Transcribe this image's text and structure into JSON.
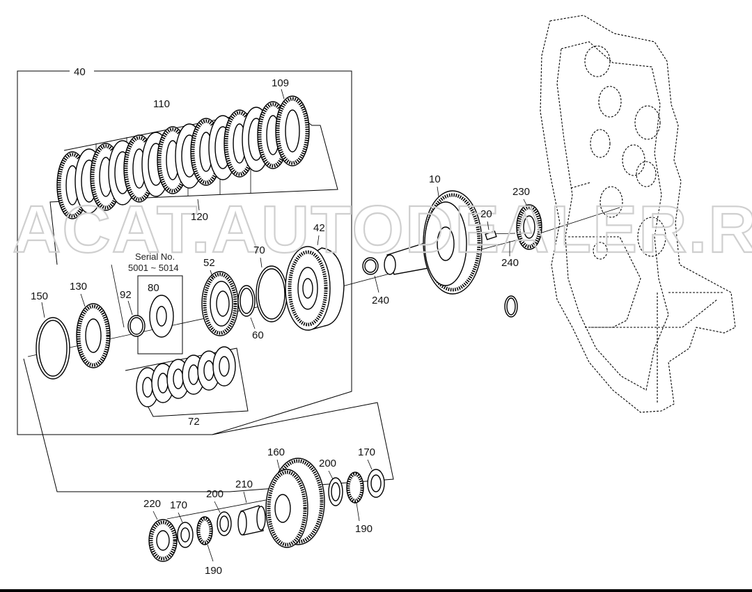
{
  "watermark": "ACAT.AUTODEALER.RU",
  "serial": {
    "line1": "Serial No.",
    "line2": "5001 ~ 5014"
  },
  "labels": {
    "p40": "40",
    "p109": "109",
    "p110": "110",
    "p120": "120",
    "p42": "42",
    "p70": "70",
    "p52": "52",
    "p80": "80",
    "p92": "92",
    "p130": "130",
    "p150": "150",
    "p60": "60",
    "p72": "72",
    "p10": "10",
    "p20": "20",
    "p230": "230",
    "p240a": "240",
    "p240b": "240",
    "p160": "160",
    "p210": "210",
    "p200a": "200",
    "p200b": "200",
    "p170a": "170",
    "p170b": "170",
    "p220": "220",
    "p190a": "190",
    "p190b": "190"
  }
}
